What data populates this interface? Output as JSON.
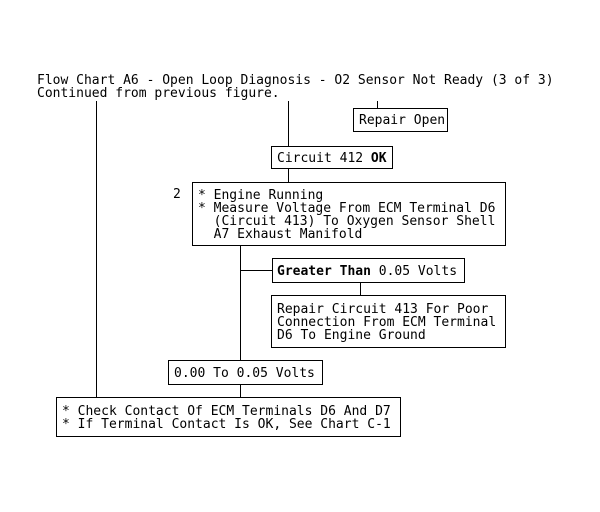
{
  "title_line1": "Flow Chart A6 - Open Loop Diagnosis - O2 Sensor Not Ready (3 of 3)",
  "title_line2": "Continued from previous figure.",
  "repair_open": "Repair Open",
  "circuit_ok_prefix": "Circuit 412 ",
  "circuit_ok_bold": "OK",
  "step_number": "2",
  "step2_lines": [
    "* Engine Running",
    "* Measure Voltage From ECM Terminal D6",
    "  (Circuit 413) To Oxygen Sensor Shell",
    "  A7 Exhaust Manifold"
  ],
  "greater_bold": "Greater Than",
  "greater_rest": " 0.05 Volts",
  "repair_circuit_lines": [
    "Repair Circuit 413 For Poor",
    "Connection From ECM Terminal",
    "D6 To Engine Ground"
  ],
  "range_label": "0.00 To 0.05 Volts",
  "final_lines": [
    "* Check Contact Of ECM Terminals D6 And D7",
    "* If Terminal Contact Is OK, See Chart C-1"
  ]
}
